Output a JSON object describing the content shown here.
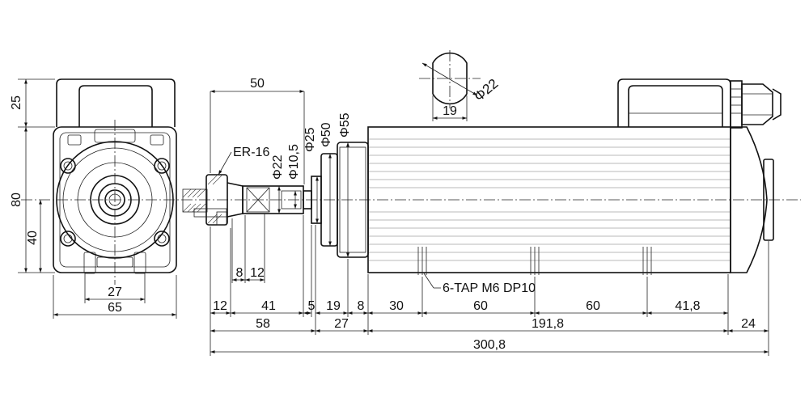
{
  "drawing": {
    "collet_label": "ER-16",
    "tap_note": "6-TAP M6 DP10",
    "front_view": {
      "dim_top_height": "25",
      "dim_total_height": "80",
      "dim_center_height": "40",
      "dim_slot_width": "27",
      "dim_total_width": "65"
    },
    "detail": {
      "dim_diameter": "Φ22",
      "dim_flat": "19"
    },
    "side_view": {
      "dim_nose_length": "50",
      "diameters": [
        "Φ22",
        "Φ10,5",
        "Φ25",
        "Φ50",
        "Φ55"
      ],
      "dim_small": [
        "8",
        "12"
      ],
      "chain_row1": [
        "12",
        "41",
        "5",
        "19",
        "8",
        "30",
        "60",
        "60",
        "41,8"
      ],
      "chain_row2": [
        "58",
        "27",
        "191,8",
        "24"
      ],
      "dim_overall": "300,8"
    }
  }
}
